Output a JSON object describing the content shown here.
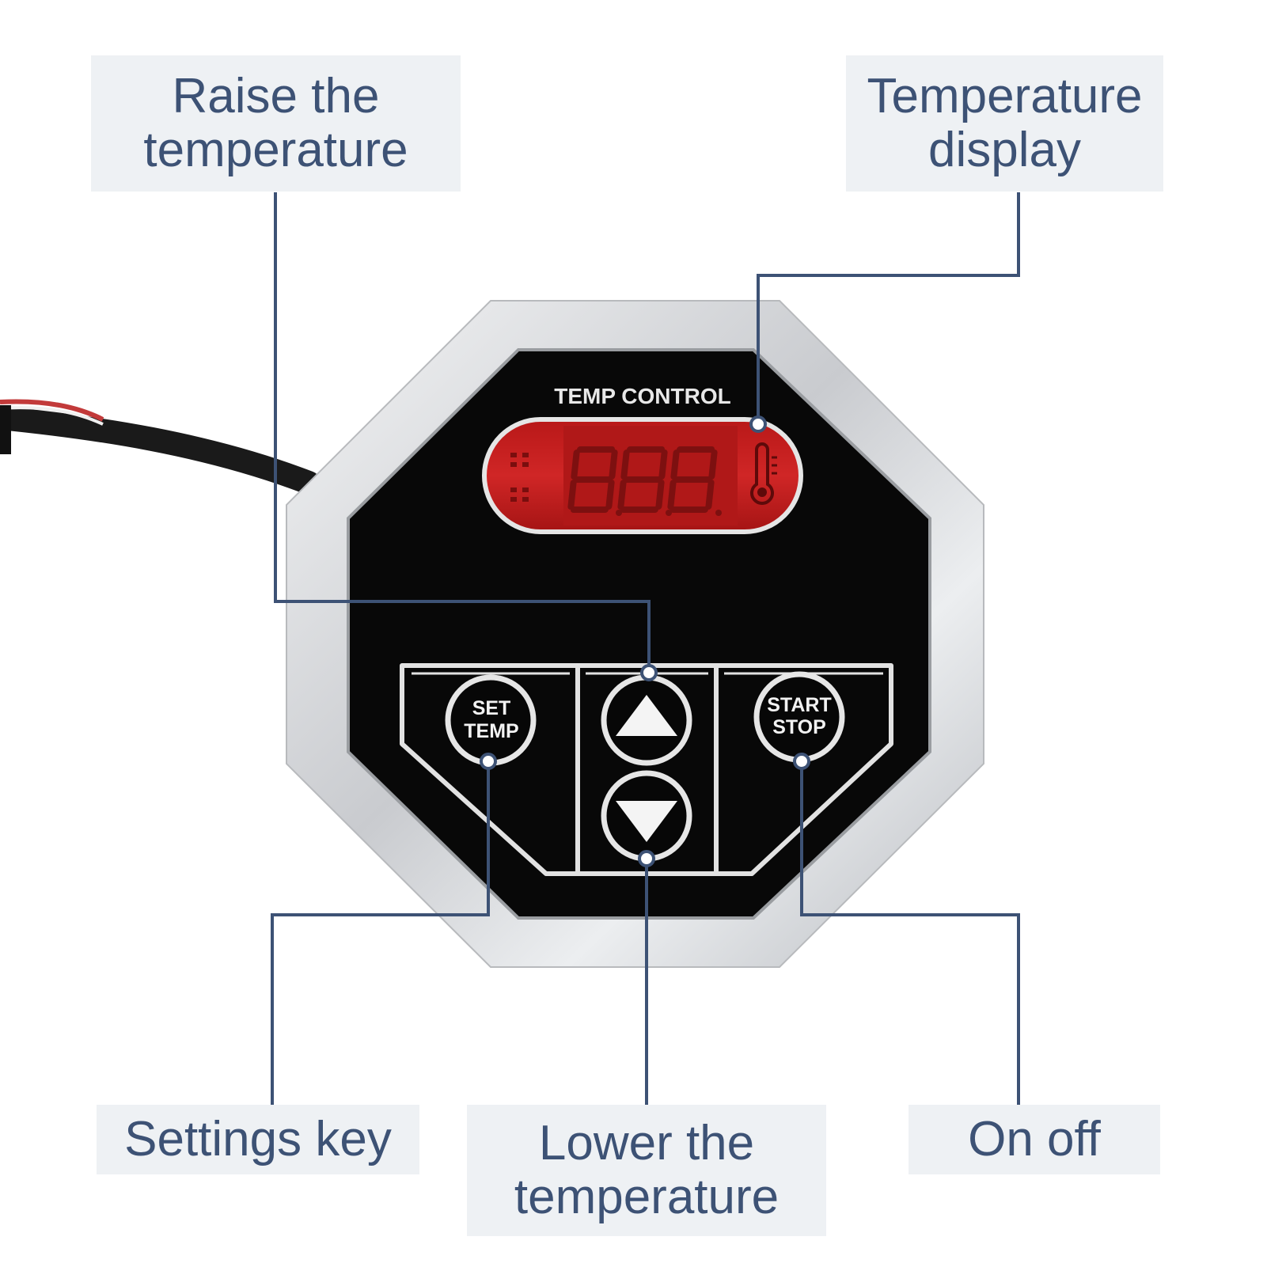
{
  "callouts": {
    "raise": "Raise the\ntemperature",
    "display": "Temperature\ndisplay",
    "settings": "Settings key",
    "lower": "Lower the\ntemperature",
    "onoff": "On off"
  },
  "panel": {
    "title": "TEMP CONTROL",
    "set_temp_line1": "SET",
    "set_temp_line2": "TEMP",
    "start_stop_line1": "START",
    "start_stop_line2": "STOP"
  },
  "colors": {
    "callout_bg": "#eef1f4",
    "callout_text": "#3d5275",
    "leader_line": "#3d5275",
    "panel_black": "#080808",
    "display_red": "#c42020",
    "chrome": "#d9dbde"
  },
  "icons": [
    "thermometer-icon",
    "up-arrow-icon",
    "down-arrow-icon"
  ]
}
